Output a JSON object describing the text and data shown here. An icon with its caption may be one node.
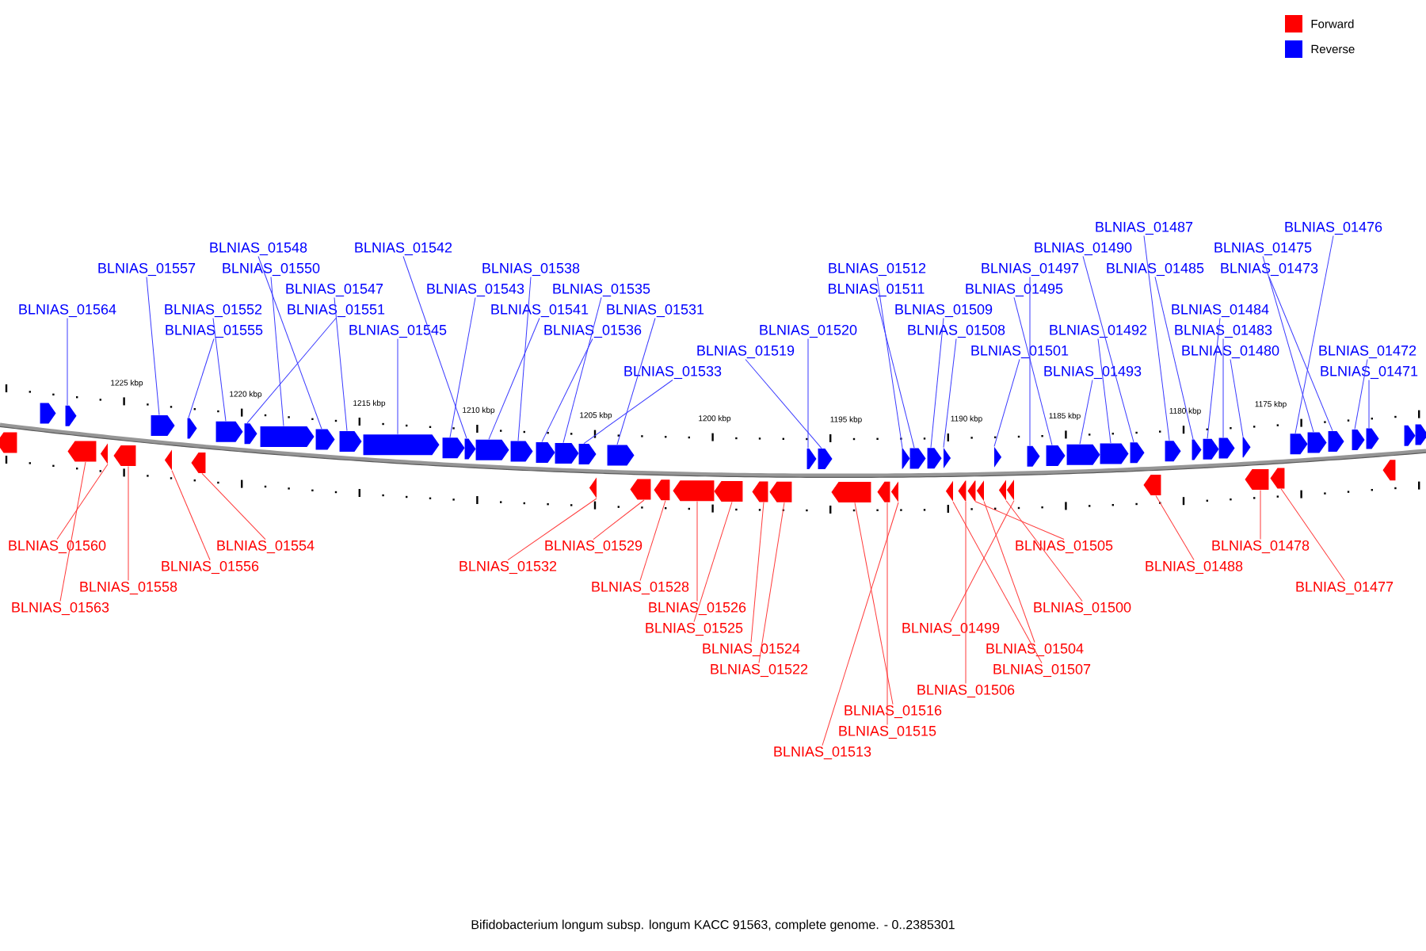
{
  "diagram": {
    "caption": "Bifidobacterium longum subsp. longum KACC 91563, complete genome. - 0..2385301",
    "nodes": [
      {
        "text": [
          "BLNIAS_01564"
        ]
      },
      {
        "text": [
          "BLNIAS_01557"
        ]
      },
      {
        "text": [
          "BLNIAS_01555"
        ]
      },
      {
        "text": [
          "BLNIAS_01552"
        ]
      },
      {
        "text": [
          "BLNIAS_01551"
        ]
      },
      {
        "text": [
          "BLNIAS_01550"
        ]
      },
      {
        "text": [
          "BLNIAS_01548"
        ]
      },
      {
        "text": [
          "BLNIAS_01547"
        ]
      },
      {
        "text": [
          "BLNIAS_01545"
        ]
      },
      {
        "text": [
          "BLNIAS_01543"
        ]
      },
      {
        "text": [
          "BLNIAS_01542"
        ]
      },
      {
        "text": [
          "BLNIAS_01541"
        ]
      },
      {
        "text": [
          "BLNIAS_01538"
        ]
      },
      {
        "text": [
          "BLNIAS_01536"
        ]
      },
      {
        "text": [
          "BLNIAS_01535"
        ]
      },
      {
        "text": [
          "BLNIAS_01533"
        ]
      },
      {
        "text": [
          "BLNIAS_01531"
        ]
      },
      {
        "text": [
          "BLNIAS_01520"
        ]
      },
      {
        "text": [
          "BLNIAS_01519"
        ]
      },
      {
        "text": [
          "BLNIAS_01512"
        ]
      },
      {
        "text": [
          "BLNIAS_01511"
        ]
      },
      {
        "text": [
          "BLNIAS_01509"
        ]
      },
      {
        "text": [
          "BLNIAS_01508"
        ]
      },
      {
        "text": [
          "BLNIAS_01501"
        ]
      },
      {
        "text": [
          "BLNIAS_01497"
        ]
      },
      {
        "text": [
          "BLNIAS_01495"
        ]
      },
      {
        "text": [
          "BLNIAS_01493"
        ]
      },
      {
        "text": [
          "BLNIAS_01492"
        ]
      },
      {
        "text": [
          "BLNIAS_01490"
        ]
      },
      {
        "text": [
          "BLNIAS_01487"
        ]
      },
      {
        "text": [
          "BLNIAS_01485"
        ]
      },
      {
        "text": [
          "BLNIAS_01484"
        ]
      },
      {
        "text": [
          "BLNIAS_01483"
        ]
      },
      {
        "text": [
          "BLNIAS_01480"
        ]
      },
      {
        "text": [
          "BLNIAS_01476"
        ]
      },
      {
        "text": [
          "BLNIAS_01475"
        ]
      },
      {
        "text": [
          "BLNIAS_01473"
        ]
      },
      {
        "text": [
          "BLNIAS_01472"
        ]
      },
      {
        "text": [
          "BLNIAS_01471"
        ]
      },
      {
        "text": [
          "BLNIAS_01560"
        ]
      },
      {
        "text": [
          "BLNIAS_01558"
        ]
      },
      {
        "text": [
          "BLNIAS_01563"
        ]
      },
      {
        "text": [
          "BLNIAS_01556"
        ]
      },
      {
        "text": [
          "BLNIAS_01554"
        ]
      },
      {
        "text": [
          "BLNIAS_01532"
        ]
      },
      {
        "text": [
          "BLNIAS_01529"
        ]
      },
      {
        "text": [
          "BLNIAS_01528"
        ]
      },
      {
        "text": [
          "BLNIAS_01526"
        ]
      },
      {
        "text": [
          "BLNIAS_01525"
        ]
      },
      {
        "text": [
          "BLNIAS_01524"
        ]
      },
      {
        "text": [
          "BLNIAS_01522"
        ]
      },
      {
        "text": [
          "BLNIAS_01516"
        ]
      },
      {
        "text": [
          "BLNIAS_01515"
        ]
      },
      {
        "text": [
          "BLNIAS_01513"
        ]
      },
      {
        "text": [
          "BLNIAS_01507"
        ]
      },
      {
        "text": [
          "BLNIAS_01506"
        ]
      },
      {
        "text": [
          "BLNIAS_01505"
        ]
      },
      {
        "text": [
          "BLNIAS_01504"
        ]
      },
      {
        "text": [
          "BLNIAS_01500"
        ]
      },
      {
        "text": [
          "BLNIAS_01499"
        ]
      },
      {
        "text": [
          "BLNIAS_01488"
        ]
      },
      {
        "text": [
          "BLNIAS_01478"
        ]
      },
      {
        "text": [
          "BLNIAS_01477"
        ]
      },
      {
        "text": [],
        "shape": "arrow"
      },
      {
        "text": [],
        "shape": "arrow"
      },
      {
        "text": [],
        "shape": "arrow"
      },
      {
        "text": [],
        "shape": "arrow"
      },
      {
        "text": [],
        "shape": "arrow"
      },
      {
        "text": [],
        "shape": "arrow"
      },
      {
        "text": [],
        "shape": "arrow"
      },
      {
        "text": [],
        "shape": "arrow"
      },
      {
        "text": [],
        "shape": "arrow"
      },
      {
        "text": [],
        "shape": "arrow"
      },
      {
        "text": [],
        "shape": "arrow"
      },
      {
        "text": [],
        "shape": "arrow"
      },
      {
        "text": [],
        "shape": "arrow"
      },
      {
        "text": [],
        "shape": "arrow"
      },
      {
        "text": [],
        "shape": "arrow"
      },
      {
        "text": [],
        "shape": "arrow"
      },
      {
        "text": [],
        "shape": "arrow"
      },
      {
        "text": [],
        "shape": "arrow"
      },
      {
        "text": [],
        "shape": "arrow"
      },
      {
        "text": [],
        "shape": "arrow"
      },
      {
        "text": [],
        "shape": "arrow"
      },
      {
        "text": [],
        "shape": "arrow"
      },
      {
        "text": [],
        "shape": "arrow"
      },
      {
        "text": [],
        "shape": "arrow"
      },
      {
        "text": [],
        "shape": "arrow"
      },
      {
        "text": [],
        "shape": "arrow"
      },
      {
        "text": [],
        "shape": "arrow"
      },
      {
        "text": [],
        "shape": "arrow"
      },
      {
        "text": [],
        "shape": "arrow"
      },
      {
        "text": [],
        "shape": "arrow"
      },
      {
        "text": [],
        "shape": "arrow"
      },
      {
        "text": [],
        "shape": "arrow"
      },
      {
        "text": [],
        "shape": "arrow"
      },
      {
        "text": [],
        "shape": "arrow"
      },
      {
        "text": [],
        "shape": "arrow"
      },
      {
        "text": [],
        "shape": "arrow"
      },
      {
        "text": [],
        "shape": "arrow"
      },
      {
        "text": [],
        "shape": "arrow"
      },
      {
        "text": [],
        "shape": "arrow"
      },
      {
        "text": [],
        "shape": "arrow"
      },
      {
        "text": [],
        "shape": "arrow"
      },
      {
        "text": [],
        "shape": "arrow"
      },
      {
        "text": [],
        "shape": "arrow"
      },
      {
        "text": [],
        "shape": "arrow"
      },
      {
        "text": [],
        "shape": "arrow"
      },
      {
        "text": [],
        "shape": "arrow"
      },
      {
        "text": [],
        "shape": "arrow"
      },
      {
        "text": [],
        "shape": "arrow"
      },
      {
        "text": [],
        "shape": "arrow"
      },
      {
        "text": [],
        "shape": "arrow"
      },
      {
        "text": [],
        "shape": "arrow"
      },
      {
        "text": [],
        "shape": "arrow"
      },
      {
        "text": [],
        "shape": "arrow"
      },
      {
        "text": [],
        "shape": "arrow"
      },
      {
        "text": [],
        "shape": "arrow"
      },
      {
        "text": [],
        "shape": "arrow"
      },
      {
        "text": [],
        "shape": "arrow"
      },
      {
        "text": [],
        "shape": "arrow"
      },
      {
        "text": [],
        "shape": "arrow"
      },
      {
        "text": [],
        "shape": "arrow"
      },
      {
        "text": [],
        "shape": "arrow"
      },
      {
        "text": [],
        "shape": "arrow"
      },
      {
        "text": [],
        "shape": "arrow"
      },
      {
        "text": [],
        "shape": "arrow"
      },
      {
        "text": [],
        "shape": "arrow"
      },
      {
        "text": [],
        "shape": "arrow"
      },
      {
        "text": [],
        "shape": "arrow"
      },
      {
        "text": [],
        "shape": "arrow"
      }
    ],
    "edges": [
      {
        "from": 0,
        "to": 64,
        "arrow": "none"
      },
      {
        "from": 1,
        "to": 65,
        "arrow": "none"
      },
      {
        "from": 2,
        "to": 66,
        "arrow": "none"
      },
      {
        "from": 3,
        "to": 67,
        "arrow": "none"
      },
      {
        "from": 4,
        "to": 68,
        "arrow": "none"
      },
      {
        "from": 5,
        "to": 69,
        "arrow": "none"
      },
      {
        "from": 6,
        "to": 70,
        "arrow": "none"
      },
      {
        "from": 7,
        "to": 71,
        "arrow": "none"
      },
      {
        "from": 8,
        "to": 72,
        "arrow": "none"
      },
      {
        "from": 9,
        "to": 73,
        "arrow": "none"
      },
      {
        "from": 10,
        "to": 74,
        "arrow": "none"
      },
      {
        "from": 11,
        "to": 75,
        "arrow": "none"
      },
      {
        "from": 12,
        "to": 76,
        "arrow": "none"
      },
      {
        "from": 13,
        "to": 77,
        "arrow": "none"
      },
      {
        "from": 14,
        "to": 78,
        "arrow": "none"
      },
      {
        "from": 15,
        "to": 79,
        "arrow": "none"
      },
      {
        "from": 16,
        "to": 80,
        "arrow": "none"
      },
      {
        "from": 17,
        "to": 81,
        "arrow": "none"
      },
      {
        "from": 18,
        "to": 82,
        "arrow": "none"
      },
      {
        "from": 19,
        "to": 83,
        "arrow": "none"
      },
      {
        "from": 20,
        "to": 84,
        "arrow": "none"
      },
      {
        "from": 21,
        "to": 85,
        "arrow": "none"
      },
      {
        "from": 22,
        "to": 86,
        "arrow": "none"
      },
      {
        "from": 23,
        "to": 87,
        "arrow": "none"
      },
      {
        "from": 24,
        "to": 88,
        "arrow": "none"
      },
      {
        "from": 25,
        "to": 89,
        "arrow": "none"
      },
      {
        "from": 26,
        "to": 90,
        "arrow": "none"
      },
      {
        "from": 27,
        "to": 91,
        "arrow": "none"
      },
      {
        "from": 28,
        "to": 92,
        "arrow": "none"
      },
      {
        "from": 29,
        "to": 93,
        "arrow": "none"
      },
      {
        "from": 30,
        "to": 94,
        "arrow": "none"
      },
      {
        "from": 31,
        "to": 95,
        "arrow": "none"
      },
      {
        "from": 32,
        "to": 96,
        "arrow": "none"
      },
      {
        "from": 33,
        "to": 97,
        "arrow": "none"
      },
      {
        "from": 34,
        "to": 98,
        "arrow": "none"
      },
      {
        "from": 35,
        "to": 99,
        "arrow": "none"
      },
      {
        "from": 36,
        "to": 100,
        "arrow": "none"
      },
      {
        "from": 37,
        "to": 101,
        "arrow": "none"
      },
      {
        "from": 38,
        "to": 102,
        "arrow": "none"
      },
      {
        "from": 39,
        "to": 107,
        "arrow": "none",
        "color": "#ff3a3a"
      },
      {
        "from": 40,
        "to": 108,
        "arrow": "none",
        "color": "#ff3a3a"
      },
      {
        "from": 41,
        "to": 106,
        "arrow": "none",
        "color": "#ff3a3a"
      },
      {
        "from": 42,
        "to": 109,
        "arrow": "none",
        "color": "#ff3a3a"
      },
      {
        "from": 43,
        "to": 110,
        "arrow": "none",
        "color": "#ff3a3a"
      },
      {
        "from": 44,
        "to": 111,
        "arrow": "none",
        "color": "#ff3a3a"
      },
      {
        "from": 45,
        "to": 112,
        "arrow": "none",
        "color": "#ff3a3a"
      },
      {
        "from": 46,
        "to": 113,
        "arrow": "none",
        "color": "#ff3a3a"
      },
      {
        "from": 47,
        "to": 114,
        "arrow": "none",
        "color": "#ff3a3a"
      },
      {
        "from": 48,
        "to": 115,
        "arrow": "none",
        "color": "#ff3a3a"
      },
      {
        "from": 49,
        "to": 116,
        "arrow": "none",
        "color": "#ff3a3a"
      },
      {
        "from": 50,
        "to": 117,
        "arrow": "none",
        "color": "#ff3a3a"
      },
      {
        "from": 51,
        "to": 118,
        "arrow": "none",
        "color": "#ff3a3a"
      },
      {
        "from": 52,
        "to": 119,
        "arrow": "none",
        "color": "#ff3a3a"
      },
      {
        "from": 53,
        "to": 120,
        "arrow": "none",
        "color": "#ff3a3a"
      },
      {
        "from": 54,
        "to": 121,
        "arrow": "none",
        "color": "#ff3a3a"
      },
      {
        "from": 55,
        "to": 122,
        "arrow": "none",
        "color": "#ff3a3a"
      },
      {
        "from": 56,
        "to": 123,
        "arrow": "none",
        "color": "#ff3a3a"
      },
      {
        "from": 57,
        "to": 124,
        "arrow": "none",
        "color": "#ff3a3a"
      },
      {
        "from": 58,
        "to": 125,
        "arrow": "none",
        "color": "#ff3a3a"
      },
      {
        "from": 59,
        "to": 126,
        "arrow": "none",
        "color": "#ff3a3a"
      },
      {
        "from": 60,
        "to": 127,
        "arrow": "none",
        "color": "#ff3a3a"
      },
      {
        "from": 61,
        "to": 128,
        "arrow": "none",
        "color": "#ff3a3a"
      },
      {
        "from": 62,
        "to": 129,
        "arrow": "none",
        "color": "#ff3a3a"
      }
    ],
    "labels": [
      "1225 kbp",
      "1220 kbp",
      "1215 kbp",
      "1210 kbp",
      "1205 kbp",
      "1200 kbp",
      "1195 kbp",
      "1190 kbp",
      "1185 kbp",
      "1180 kbp",
      "1175 kbp"
    ],
    "legend": [
      {
        "text": "Forward",
        "color": "#ff0000"
      },
      {
        "text": "Reverse",
        "color": "#0000ff"
      }
    ]
  }
}
